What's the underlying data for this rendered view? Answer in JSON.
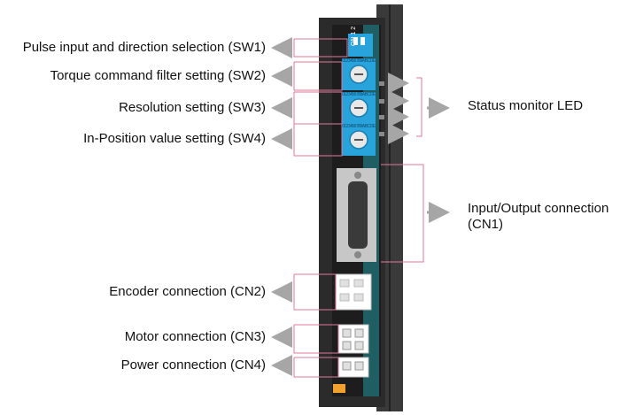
{
  "diagram": {
    "left_labels": [
      {
        "id": "sw1",
        "text": "Pulse input and direction selection (SW1)"
      },
      {
        "id": "sw2",
        "text": "Torque command filter setting (SW2)"
      },
      {
        "id": "sw3",
        "text": "Resolution setting (SW3)"
      },
      {
        "id": "sw4",
        "text": "In-Position value setting (SW4)"
      },
      {
        "id": "cn2",
        "text": "Encoder connection (CN2)"
      },
      {
        "id": "cn3",
        "text": "Motor connection (CN3)"
      },
      {
        "id": "cn4",
        "text": "Power connection (CN4)"
      }
    ],
    "right_labels": [
      {
        "id": "led",
        "text": "Status monitor LED"
      },
      {
        "id": "cn1_line1",
        "text": "Input/Output connection"
      },
      {
        "id": "cn1_line2",
        "text": "(CN1)"
      }
    ],
    "dip_switch_text": "ON 1 2",
    "rotary_dial_text": "0123456789ABCDEF",
    "colors": {
      "arrow": "#a6a6a6",
      "leader": "#e07a9a",
      "housing": "#2b2b2b",
      "board": "#1f5e63",
      "switch": "#29a3db",
      "connector": "#ffffff",
      "metal": "#c7c7c7"
    }
  }
}
